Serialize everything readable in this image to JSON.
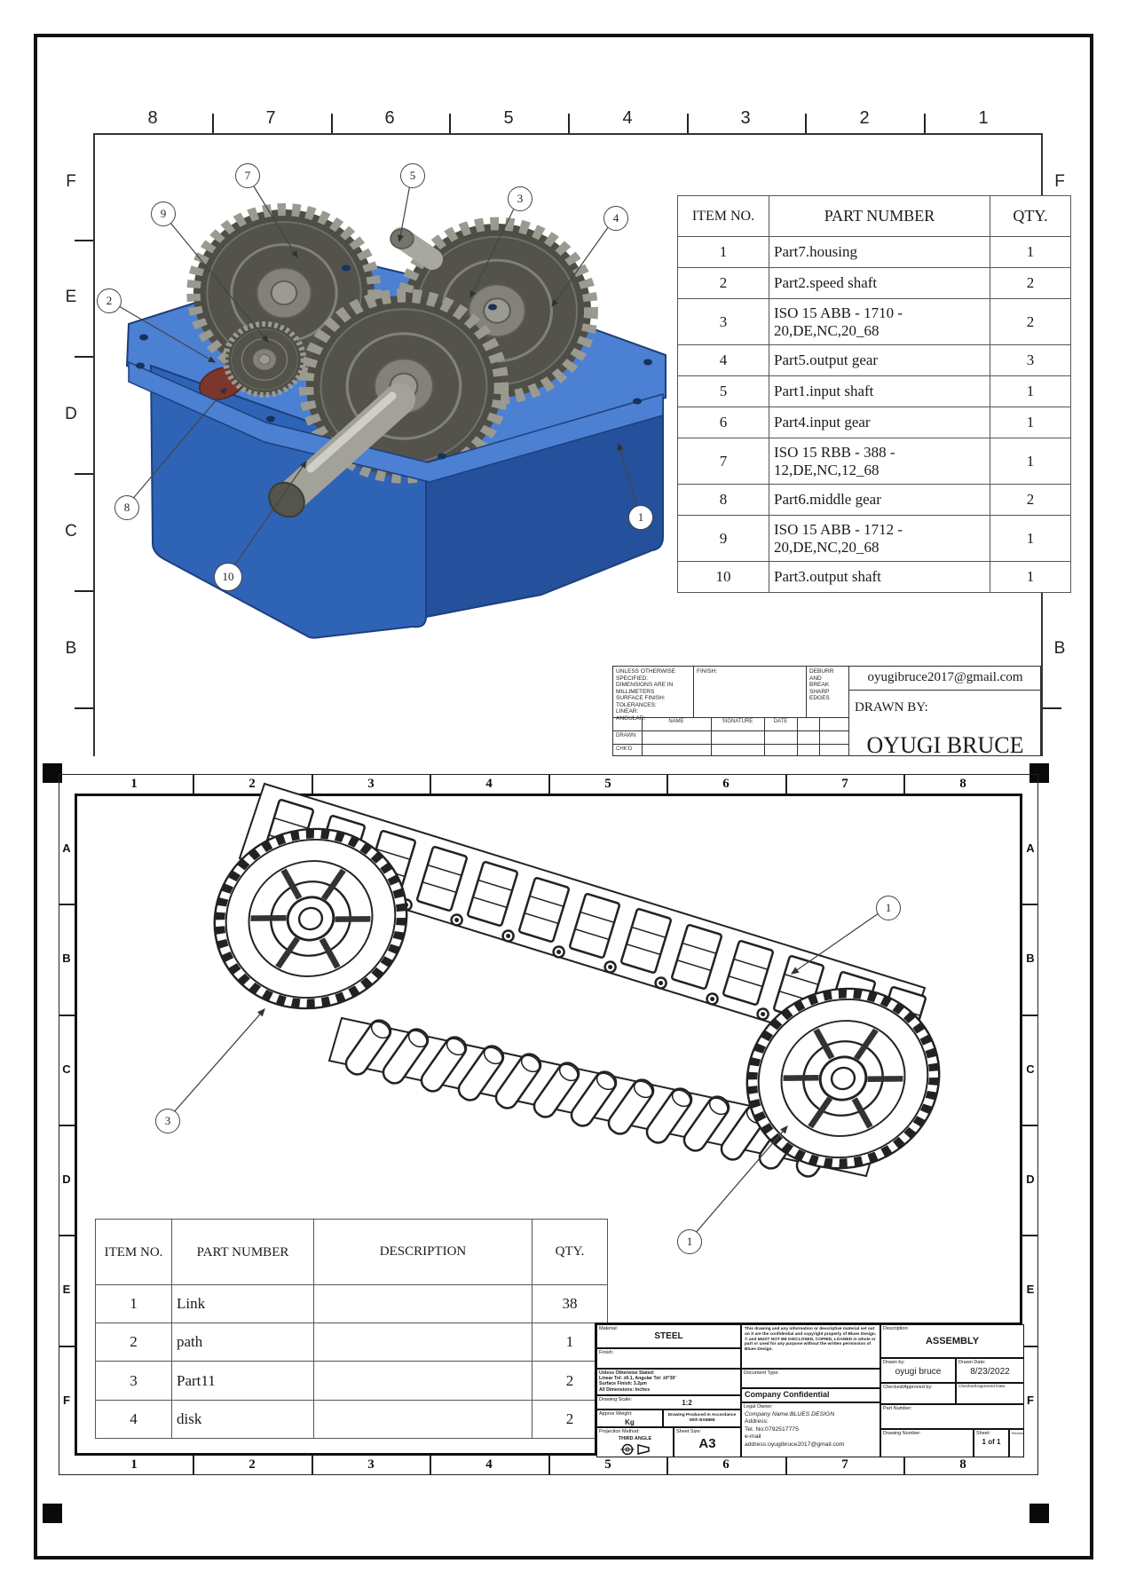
{
  "top": {
    "ruler": [
      "8",
      "7",
      "6",
      "5",
      "4",
      "3",
      "2",
      "1"
    ],
    "letters": [
      "F",
      "E",
      "D",
      "C",
      "B"
    ],
    "balloons": [
      "7",
      "5",
      "3",
      "4",
      "9",
      "2",
      "8",
      "10",
      "1"
    ],
    "bom": {
      "headers": {
        "item": "ITEM NO.",
        "part": "PART NUMBER",
        "qty": "QTY."
      },
      "rows": [
        {
          "item": "1",
          "part": "Part7.housing",
          "qty": "1"
        },
        {
          "item": "2",
          "part": "Part2.speed shaft",
          "qty": "2"
        },
        {
          "item": "3",
          "part": "ISO 15 ABB - 1710 - 20,DE,NC,20_68",
          "qty": "2"
        },
        {
          "item": "4",
          "part": "Part5.output gear",
          "qty": "3"
        },
        {
          "item": "5",
          "part": "Part1.input shaft",
          "qty": "1"
        },
        {
          "item": "6",
          "part": "Part4.input gear",
          "qty": "1"
        },
        {
          "item": "7",
          "part": "ISO 15 RBB - 388 - 12,DE,NC,12_68",
          "qty": "1"
        },
        {
          "item": "8",
          "part": "Part6.middle gear",
          "qty": "2"
        },
        {
          "item": "9",
          "part": "ISO 15 ABB - 1712 - 20,DE,NC,20_68",
          "qty": "1"
        },
        {
          "item": "10",
          "part": "Part3.output shaft",
          "qty": "1"
        }
      ]
    },
    "title_block": {
      "spec_lines": [
        "UNLESS OTHERWISE SPECIFIED:",
        "DIMENSIONS ARE IN MILLIMETERS",
        "SURFACE FINISH:",
        "TOLERANCES:",
        "  LINEAR:",
        "  ANGULAR:"
      ],
      "finish_label": "FINISH:",
      "deburr_lines": [
        "DEBURR AND",
        "BREAK SHARP",
        "EDGES"
      ],
      "email": "oyugibruce2017@gmail.com",
      "name_col": "NAME",
      "signature_col": "SIGNATURE",
      "date_col": "DATE",
      "row_drawn": "DRAWN",
      "row_chkd": "CHK'D",
      "drawn_by_label": "DRAWN BY:",
      "drawn_by_name": "OYUGI BRUCE"
    }
  },
  "bottom": {
    "ruler": [
      "1",
      "2",
      "3",
      "4",
      "5",
      "6",
      "7",
      "8"
    ],
    "letters": [
      "A",
      "B",
      "C",
      "D",
      "E",
      "F"
    ],
    "balloons": [
      "1",
      "3",
      "1"
    ],
    "bom": {
      "headers": {
        "item": "ITEM NO.",
        "part": "PART NUMBER",
        "desc": "DESCRIPTION",
        "qty": "QTY."
      },
      "rows": [
        {
          "item": "1",
          "part": "Link",
          "desc": "",
          "qty": "38"
        },
        {
          "item": "2",
          "part": "path",
          "desc": "",
          "qty": "1"
        },
        {
          "item": "3",
          "part": "Part11",
          "desc": "",
          "qty": "2"
        },
        {
          "item": "4",
          "part": "disk",
          "desc": "",
          "qty": "2"
        }
      ]
    },
    "title_block": {
      "material_label": "Material:",
      "material": "STEEL",
      "finish_label": "Finish:",
      "tolerance_lines": [
        "Unless Otherwise Stated:",
        "Linear Tol: ±0.1, Angular Tol: ±0°30'",
        "Surface Finish: 3.2μm",
        "All Dimensions: Inches"
      ],
      "scale_label": "Drawing Scale:",
      "scale": "1:2",
      "weight_label": "Approx Weight:",
      "weight_unit": "Kg",
      "accordance": "Drawing Produced In Accordance With BS8888",
      "projection_label": "Projection Method:",
      "projection": "THIRD ANGLE",
      "sheet_size_label": "Sheet Size:",
      "sheet_size": "A3",
      "legal_note": "This drawing and any information or descriptive material set out on it are the confidential and copyright property of Blues Design. © and MUST NOT BE DISCLOSED, COPIED, LOANED in whole or part or used for any purpose without the written permission of Blues Design.",
      "doc_type_label": "Document Type:",
      "confidential": "Company Confidential",
      "owner_label": "Legal Owner:",
      "company": "Company Name:BLUES DESIGN",
      "address_label": "Address:",
      "tel": "Tel. No:0792517775",
      "email_line1": "e-mail",
      "email_line2": "address:oyugibruce2017@gmail.com",
      "description_label": "Description:",
      "description": "ASSEMBLY",
      "drawn_by_label": "Drawn by:",
      "drawn_by": "oyugi bruce",
      "drawn_date_label": "Drawn Date:",
      "drawn_date": "8/23/2022",
      "checked_by_label": "Checked/Approved by:",
      "checked_date_label": "Checked/Approved Date:",
      "part_number_label": "Part Number:",
      "drawing_number_label": "Drawing Number:",
      "sheet_label": "Sheet:",
      "sheet": "1 of 1",
      "revision_label": "Revision:"
    }
  }
}
